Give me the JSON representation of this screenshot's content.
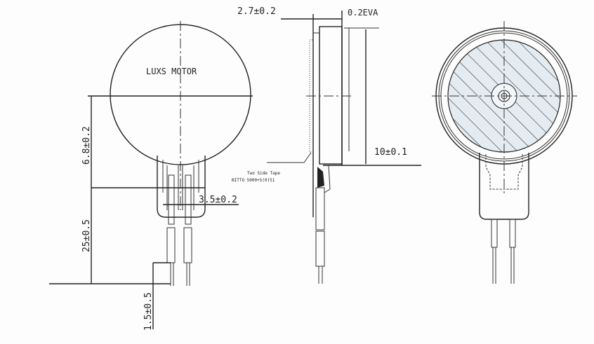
{
  "front_view": {
    "label": "LUXS MOTOR",
    "dim_height": "6.8±0.2",
    "dim_lead": "25±0.5",
    "dim_pitch": "3.5±0.2",
    "dim_strip": "1.5±0.5"
  },
  "side_view": {
    "dim_thickness": "2.7±0.2",
    "dim_eva": "0.2EVA",
    "dim_diameter": "10±0.1",
    "tape_note_line1": "Two Side Tape",
    "tape_note_line2": "NITTO 5000+S(0)51"
  },
  "colors": {
    "line": "#222222",
    "hatch_fill": "#e4ecf2"
  }
}
